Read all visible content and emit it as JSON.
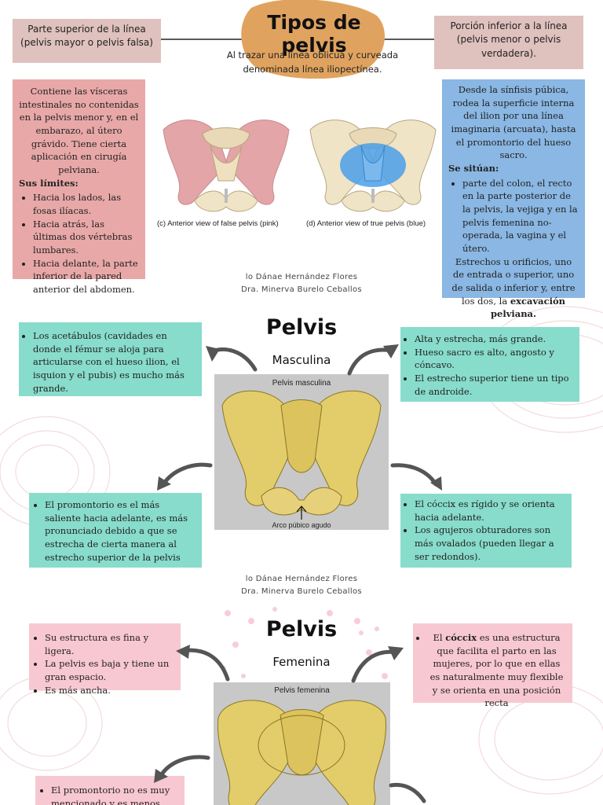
{
  "header": {
    "title": "Tipos de pelvis",
    "subtitle": "Al trazar una línea oblicua y curveada denominada línea iliopectínea.",
    "left_tag": "Parte superior de la línea (pelvis mayor o pelvis falsa)",
    "right_tag": "Porción inferior a la línea (pelvis menor o pelvis verdadera)."
  },
  "false_pelvis": {
    "intro": "Contiene las vísceras intestinales no contenidas en la pelvis menor y, en el embarazo, al útero grávido. Tiene cierta aplicación en cirugía pelviana.",
    "limits_title": "Sus límites:",
    "limits": [
      "Hacia los lados, las fosas ilíacas.",
      "Hacia atrás, las últimas dos vértebras lumbares.",
      "Hacia delante, la parte inferior de la pared anterior del abdomen."
    ],
    "caption": "(c) Anterior view of false pelvis (pink)"
  },
  "true_pelvis": {
    "intro": "Desde la sínfisis púbica, rodea la superficie interna del ilion por una línea imaginaria (arcuata), hasta el promontorio del hueso sacro.",
    "situated_title": "Se sitúan:",
    "situated": [
      "parte del colon, el recto en la parte posterior de la pelvis, la vejiga y en la pelvis femenina no-operada, la vagina y el útero."
    ],
    "outro_a": "Estrechos u orificios, uno de entrada o superior, uno de salida o inferior y, entre los dos, la ",
    "outro_b": "excavación pelviana.",
    "caption": "(d) Anterior view of true pelvis (blue)"
  },
  "credits": {
    "line1": "lo Dánae Hernández Flores",
    "line2": "Dra. Minerva Burelo Ceballos"
  },
  "male": {
    "title": "Pelvis",
    "subtitle": "Masculina",
    "image_label": "Pelvis masculina",
    "image_caption": "Arco púbico agudo",
    "top_left": [
      "Los acetábulos (cavidades en donde el fémur se aloja para articularse con el hueso ilion, el isquion y el pubis) es mucho más grande."
    ],
    "top_right": [
      "Alta y estrecha, más grande.",
      "Hueso sacro es alto, angosto y cóncavo.",
      "El estrecho superior tiene un tipo de androide."
    ],
    "bottom_left": [
      "El promontorio es el más saliente hacia adelante, es más pronunciado debido a que se estrecha de cierta manera al estrecho superior de la pelvis"
    ],
    "bottom_right": [
      "El cóccix es rígido y se orienta hacia adelante.",
      "Los agujeros obturadores son más ovalados (pueden llegar a ser redondos)."
    ]
  },
  "female": {
    "title": "Pelvis",
    "subtitle": "Femenina",
    "image_label": "Pelvis femenina",
    "top_left": [
      "Su estructura es fina y ligera.",
      "La pelvis es baja y tiene un gran espacio.",
      "Es más ancha."
    ],
    "top_right_a": "El ",
    "top_right_b": "cóccix",
    "top_right_c": " es una estructura que facilita el parto en las mujeres, por lo que en ellas es naturalmente muy flexible y se orienta en una posición recta",
    "bottom_left": [
      "El promontorio no es muy mencionado y es menos"
    ]
  },
  "colors": {
    "orange_blob": "#e0a35f",
    "pink_box": "#e9a8a8",
    "tag_box": "#dfc1bd",
    "blue_box": "#8ab7e3",
    "mint_box": "#88dccb",
    "light_pink": "#f8c8d2"
  }
}
